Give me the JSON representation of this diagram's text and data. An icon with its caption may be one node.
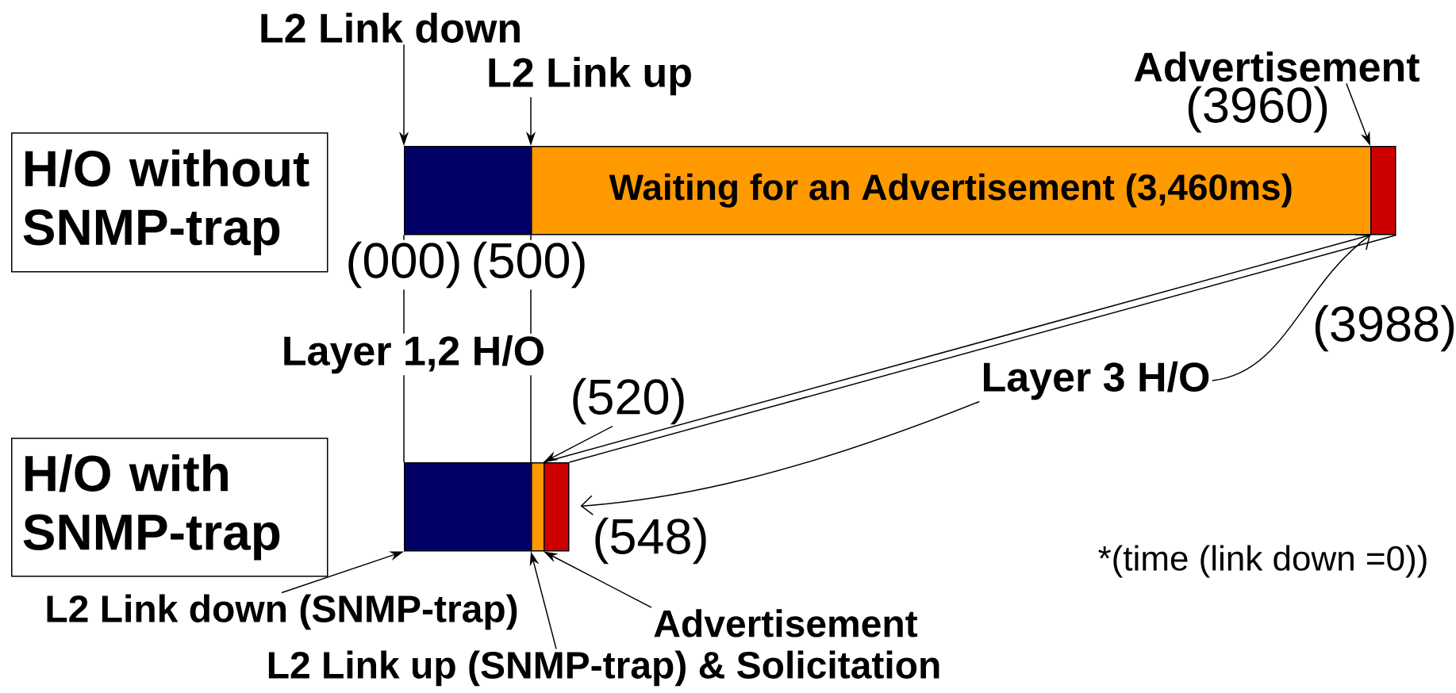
{
  "diagram": {
    "nodes": [
      {
        "text": [
          "H/O without SNMP-trap"
        ]
      },
      {
        "text": [],
        "shape": "bar"
      },
      {
        "text": [
          "Waiting for an Advertisement (3,460ms)"
        ]
      },
      {
        "text": [],
        "shape": "bar"
      },
      {
        "text": [
          "H/O with SNMP-trap"
        ]
      },
      {
        "text": [],
        "shape": "bar"
      },
      {
        "text": [],
        "shape": "bar"
      },
      {
        "text": [],
        "shape": "bar"
      },
      {
        "text": [
          "L2 Link down"
        ]
      },
      {
        "text": [
          "L2 Link up"
        ]
      },
      {
        "text": [
          "Advertisement"
        ]
      },
      {
        "text": [
          "(520)"
        ]
      },
      {
        "text": [
          "Layer 3 H/O"
        ]
      },
      {
        "text": [
          "L2 Link down (SNMP-trap)"
        ]
      },
      {
        "text": [
          "Advertisement"
        ]
      },
      {
        "text": [
          "L2 Link up (SNMP-trap) & Solicitation"
        ]
      }
    ],
    "edges": [
      {
        "from": 8,
        "to": 1,
        "arrow": "to"
      },
      {
        "from": 9,
        "to": 2,
        "arrow": "to"
      },
      {
        "from": 10,
        "to": 3,
        "arrow": "to"
      },
      {
        "from": 1,
        "to": 5,
        "arrow": "none"
      },
      {
        "from": 2,
        "to": 6,
        "arrow": "none"
      },
      {
        "from": 3,
        "to": 7,
        "arrow": "none"
      },
      {
        "from": 3,
        "to": 7,
        "arrow": "none"
      },
      {
        "from": 11,
        "to": 7,
        "arrow": "to"
      },
      {
        "from": 12,
        "to": 3,
        "arrow": "to"
      },
      {
        "from": 12,
        "to": 7,
        "arrow": "to"
      },
      {
        "from": 13,
        "to": 5,
        "arrow": "to"
      },
      {
        "from": 14,
        "to": 7,
        "arrow": "to"
      },
      {
        "from": 15,
        "to": 6,
        "arrow": "to"
      }
    ],
    "labels": [
      "(3960)",
      "(000)",
      "(500)",
      "Layer 1,2 H/O",
      "(3988)",
      "(548)",
      "*(time (link down =0))"
    ]
  }
}
